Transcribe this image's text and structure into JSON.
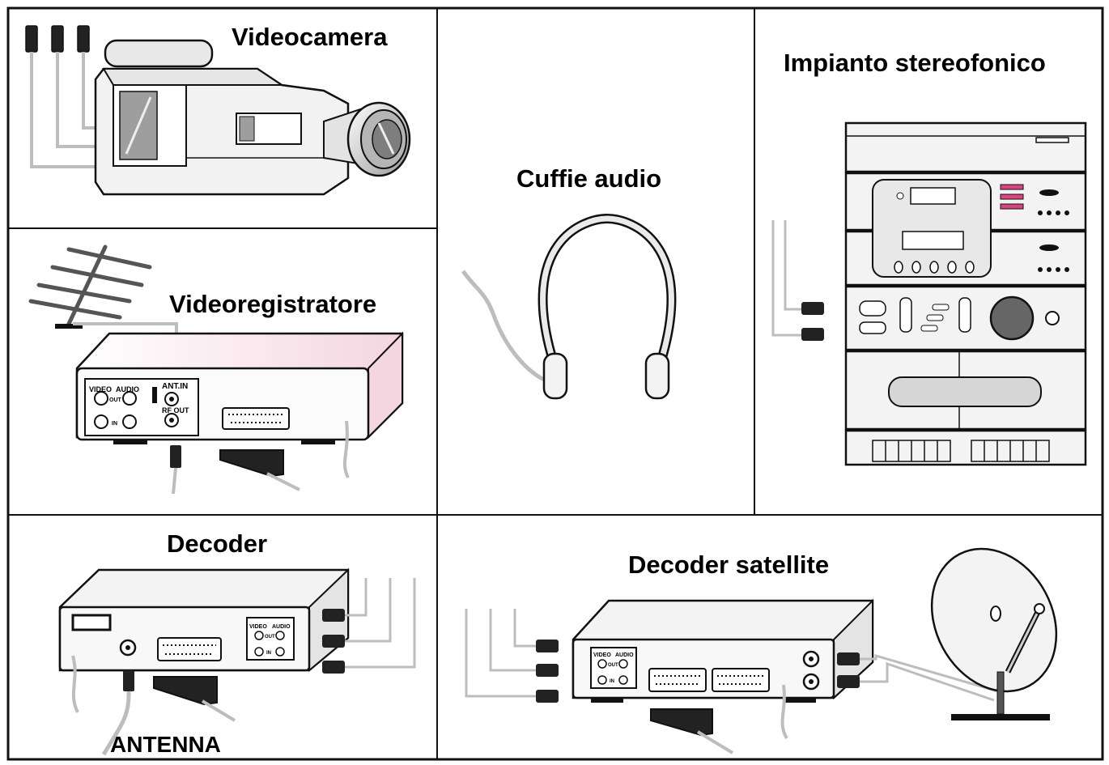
{
  "panels": {
    "videocamera": {
      "title": "Videocamera"
    },
    "stereo": {
      "title": "Impianto stereofonico"
    },
    "headphones": {
      "title": "Cuffie audio"
    },
    "vcr": {
      "title": "Videoregistratore",
      "labels": {
        "video": "VIDEO",
        "audio": "AUDIO",
        "out": "OUT",
        "in": "IN",
        "ant_in": "ANT.IN",
        "rf_out": "RF OUT"
      }
    },
    "decoder": {
      "title": "Decoder",
      "antenna_label": "ANTENNA",
      "labels": {
        "video": "VIDEO",
        "audio": "AUDIO",
        "out": "OUT",
        "in": "IN"
      }
    },
    "satellite_decoder": {
      "title": "Decoder satellite",
      "labels": {
        "video": "VIDEO",
        "audio": "AUDIO",
        "out": "OUT",
        "in": "IN"
      }
    }
  },
  "colors": {
    "cable": "#bdbdbd",
    "device_fill": "#f3f3f3",
    "vcr_tint": "#f7dde6",
    "stereo_button": "#d9467f",
    "outline": "#111111"
  }
}
